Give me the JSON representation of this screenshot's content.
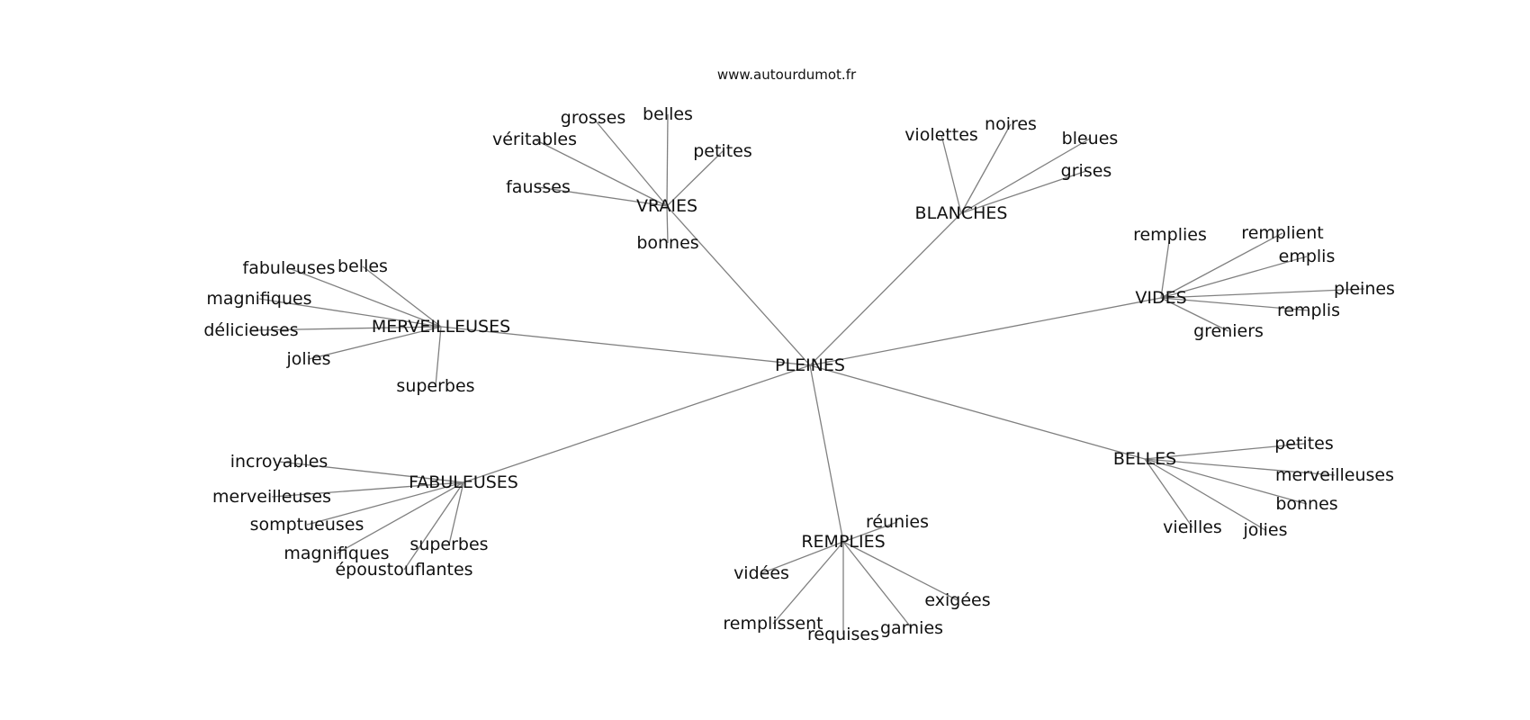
{
  "site_label": "www.autourdumot.fr",
  "graph": {
    "center": "PLEINES",
    "hubs": [
      {
        "id": "vraies",
        "label": "VRAIES",
        "leaves": [
          "grosses",
          "belles",
          "véritables",
          "petites",
          "fausses",
          "bonnes"
        ]
      },
      {
        "id": "blanches",
        "label": "BLANCHES",
        "leaves": [
          "violettes",
          "noires",
          "bleues",
          "grises"
        ]
      },
      {
        "id": "vides",
        "label": "VIDES",
        "leaves": [
          "remplies",
          "remplient",
          "emplis",
          "pleines",
          "remplis",
          "greniers"
        ]
      },
      {
        "id": "merveilleuses",
        "label": "MERVEILLEUSES",
        "leaves": [
          "fabuleuses",
          "belles",
          "magnifiques",
          "délicieuses",
          "jolies",
          "superbes"
        ]
      },
      {
        "id": "fabuleuses",
        "label": "FABULEUSES",
        "leaves": [
          "incroyables",
          "merveilleuses",
          "somptueuses",
          "magnifiques",
          "superbes",
          "époustouflantes"
        ]
      },
      {
        "id": "remplies",
        "label": "REMPLIES",
        "leaves": [
          "réunies",
          "vidées",
          "exigées",
          "remplissent",
          "requises",
          "garnies"
        ]
      },
      {
        "id": "belles",
        "label": "BELLES",
        "leaves": [
          "petites",
          "merveilleuses",
          "bonnes",
          "vieilles",
          "jolies"
        ]
      }
    ]
  }
}
